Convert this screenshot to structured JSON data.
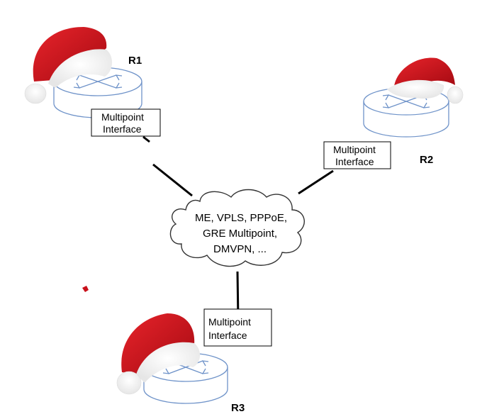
{
  "routers": [
    {
      "name": "R1",
      "label": "R1"
    },
    {
      "name": "R2",
      "label": "R2"
    },
    {
      "name": "R3",
      "label": "R3"
    }
  ],
  "interfaces": [
    {
      "line1": "Multipoint",
      "line2": "Interface"
    },
    {
      "line1": "Multipoint",
      "line2": "Interface"
    },
    {
      "line1": "Multipoint",
      "line2": "Interface"
    }
  ],
  "cloud": {
    "line1": "ME, VPLS, PPPoE,",
    "line2": "GRE Multipoint,",
    "line3": "DMVPN, ..."
  },
  "colors": {
    "router_outline": "#6f93c9",
    "hat_red": "#d3121c",
    "hat_fur": "#ffffff",
    "link": "#000000"
  },
  "icons": [
    "router-icon",
    "santa-hat-icon",
    "cloud-icon"
  ]
}
